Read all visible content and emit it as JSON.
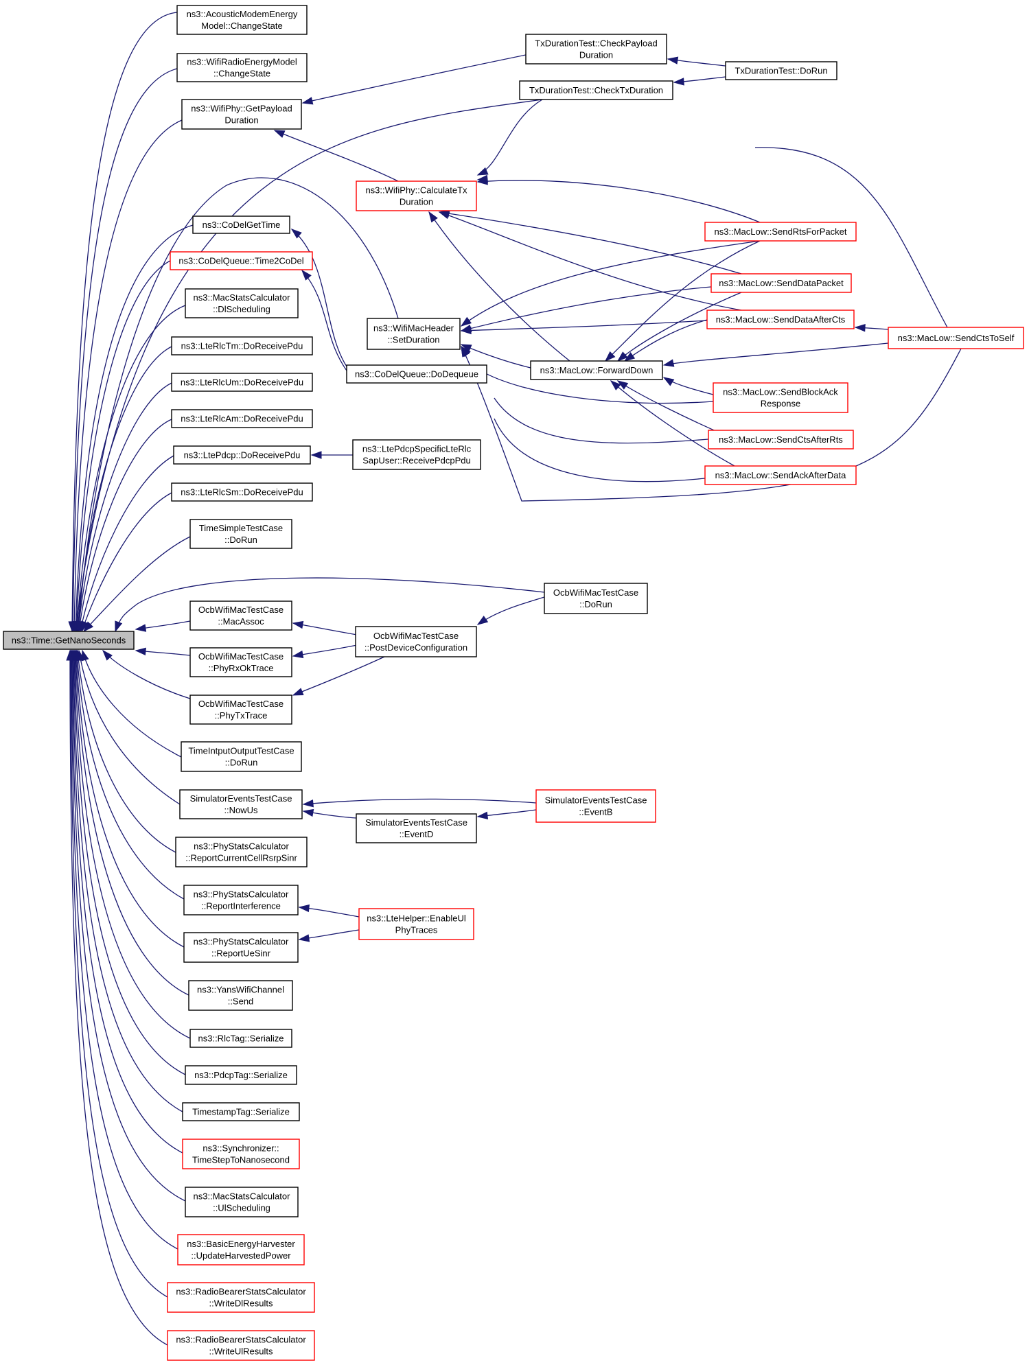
{
  "colors": {
    "edge": "#191970",
    "border_default": "#000000",
    "border_truncated": "#ff0000",
    "root_fill": "#bfbfbf",
    "node_fill": "#ffffff"
  },
  "root": {
    "id": "root",
    "lines": [
      "ns3::Time::GetNanoSeconds"
    ]
  },
  "nodes": [
    {
      "id": "acoustic",
      "lines": [
        "ns3::AcousticModemEnergy",
        "Model::ChangeState"
      ],
      "truncated": false
    },
    {
      "id": "wifiradio",
      "lines": [
        "ns3::WifiRadioEnergyModel",
        "::ChangeState"
      ],
      "truncated": false
    },
    {
      "id": "getpayload",
      "lines": [
        "ns3::WifiPhy::GetPayload",
        "Duration"
      ],
      "truncated": false
    },
    {
      "id": "codelgettime",
      "lines": [
        "ns3::CoDelGetTime"
      ],
      "truncated": false
    },
    {
      "id": "time2codel",
      "lines": [
        "ns3::CoDelQueue::Time2CoDel"
      ],
      "truncated": true
    },
    {
      "id": "dlsched",
      "lines": [
        "ns3::MacStatsCalculator",
        "::DlScheduling"
      ],
      "truncated": false
    },
    {
      "id": "rlctm",
      "lines": [
        "ns3::LteRlcTm::DoReceivePdu"
      ],
      "truncated": false
    },
    {
      "id": "rlcum",
      "lines": [
        "ns3::LteRlcUm::DoReceivePdu"
      ],
      "truncated": false
    },
    {
      "id": "rlcam",
      "lines": [
        "ns3::LteRlcAm::DoReceivePdu"
      ],
      "truncated": false
    },
    {
      "id": "ltepdcp",
      "lines": [
        "ns3::LtePdcp::DoReceivePdu"
      ],
      "truncated": false
    },
    {
      "id": "rlcsm",
      "lines": [
        "ns3::LteRlcSm::DoReceivePdu"
      ],
      "truncated": false
    },
    {
      "id": "timesimple",
      "lines": [
        "TimeSimpleTestCase",
        "::DoRun"
      ],
      "truncated": false
    },
    {
      "id": "macassoc",
      "lines": [
        "OcbWifiMacTestCase",
        "::MacAssoc"
      ],
      "truncated": false
    },
    {
      "id": "phyrxok",
      "lines": [
        "OcbWifiMacTestCase",
        "::PhyRxOkTrace"
      ],
      "truncated": false
    },
    {
      "id": "phytx",
      "lines": [
        "OcbWifiMacTestCase",
        "::PhyTxTrace"
      ],
      "truncated": false
    },
    {
      "id": "timeio",
      "lines": [
        "TimeIntputOutputTestCase",
        "::DoRun"
      ],
      "truncated": false
    },
    {
      "id": "nowus",
      "lines": [
        "SimulatorEventsTestCase",
        "::NowUs"
      ],
      "truncated": false
    },
    {
      "id": "rsrpsinr",
      "lines": [
        "ns3::PhyStatsCalculator",
        "::ReportCurrentCellRsrpSinr"
      ],
      "truncated": false
    },
    {
      "id": "interf",
      "lines": [
        "ns3::PhyStatsCalculator",
        "::ReportInterference"
      ],
      "truncated": false
    },
    {
      "id": "uesinr",
      "lines": [
        "ns3::PhyStatsCalculator",
        "::ReportUeSinr"
      ],
      "truncated": false
    },
    {
      "id": "yanssend",
      "lines": [
        "ns3::YansWifiChannel",
        "::Send"
      ],
      "truncated": false
    },
    {
      "id": "rlctag",
      "lines": [
        "ns3::RlcTag::Serialize"
      ],
      "truncated": false
    },
    {
      "id": "pdcptag",
      "lines": [
        "ns3::PdcpTag::Serialize"
      ],
      "truncated": false
    },
    {
      "id": "tstag",
      "lines": [
        "TimestampTag::Serialize"
      ],
      "truncated": false
    },
    {
      "id": "sync",
      "lines": [
        "ns3::Synchronizer::",
        "TimeStepToNanosecond"
      ],
      "truncated": true
    },
    {
      "id": "ulsched",
      "lines": [
        "ns3::MacStatsCalculator",
        "::UlScheduling"
      ],
      "truncated": false
    },
    {
      "id": "harvest",
      "lines": [
        "ns3::BasicEnergyHarvester",
        "::UpdateHarvestedPower"
      ],
      "truncated": true
    },
    {
      "id": "writedl",
      "lines": [
        "ns3::RadioBearerStatsCalculator",
        "::WriteDlResults"
      ],
      "truncated": true
    },
    {
      "id": "writeul",
      "lines": [
        "ns3::RadioBearerStatsCalculator",
        "::WriteUlResults"
      ],
      "truncated": true
    },
    {
      "id": "calctx",
      "lines": [
        "ns3::WifiPhy::CalculateTx",
        "Duration"
      ],
      "truncated": true
    },
    {
      "id": "setdur",
      "lines": [
        "ns3::WifiMacHeader",
        "::SetDuration"
      ],
      "truncated": false
    },
    {
      "id": "dodequeue",
      "lines": [
        "ns3::CoDelQueue::DoDequeue"
      ],
      "truncated": false
    },
    {
      "id": "recvpdcp",
      "lines": [
        "ns3::LtePdcpSpecificLteRlc",
        "SapUser::ReceivePdcpPdu"
      ],
      "truncated": false
    },
    {
      "id": "postdev",
      "lines": [
        "OcbWifiMacTestCase",
        "::PostDeviceConfiguration"
      ],
      "truncated": false
    },
    {
      "id": "eventd",
      "lines": [
        "SimulatorEventsTestCase",
        "::EventD"
      ],
      "truncated": false
    },
    {
      "id": "enableul",
      "lines": [
        "ns3::LteHelper::EnableUl",
        "PhyTraces"
      ],
      "truncated": true
    },
    {
      "id": "checkpayload",
      "lines": [
        "TxDurationTest::CheckPayload",
        "Duration"
      ],
      "truncated": false
    },
    {
      "id": "checktx",
      "lines": [
        "TxDurationTest::CheckTxDuration"
      ],
      "truncated": false
    },
    {
      "id": "fwddown",
      "lines": [
        "ns3::MacLow::ForwardDown"
      ],
      "truncated": false
    },
    {
      "id": "ocbdorun",
      "lines": [
        "OcbWifiMacTestCase",
        "::DoRun"
      ],
      "truncated": false
    },
    {
      "id": "eventb",
      "lines": [
        "SimulatorEventsTestCase",
        "::EventB"
      ],
      "truncated": true
    },
    {
      "id": "txdorun",
      "lines": [
        "TxDurationTest::DoRun"
      ],
      "truncated": false
    },
    {
      "id": "sendrts",
      "lines": [
        "ns3::MacLow::SendRtsForPacket"
      ],
      "truncated": true
    },
    {
      "id": "senddata",
      "lines": [
        "ns3::MacLow::SendDataPacket"
      ],
      "truncated": true
    },
    {
      "id": "senddataaftercts",
      "lines": [
        "ns3::MacLow::SendDataAfterCts"
      ],
      "truncated": true
    },
    {
      "id": "sendblockack",
      "lines": [
        "ns3::MacLow::SendBlockAck",
        "Response"
      ],
      "truncated": true
    },
    {
      "id": "sendctsafterrts",
      "lines": [
        "ns3::MacLow::SendCtsAfterRts"
      ],
      "truncated": true
    },
    {
      "id": "sendackafterdata",
      "lines": [
        "ns3::MacLow::SendAckAfterData"
      ],
      "truncated": true
    },
    {
      "id": "sendctstoself",
      "lines": [
        "ns3::MacLow::SendCtsToSelf"
      ],
      "truncated": true
    }
  ],
  "edges": [
    {
      "from": "acoustic",
      "to": "root"
    },
    {
      "from": "wifiradio",
      "to": "root"
    },
    {
      "from": "getpayload",
      "to": "root"
    },
    {
      "from": "codelgettime",
      "to": "root"
    },
    {
      "from": "time2codel",
      "to": "root"
    },
    {
      "from": "dlsched",
      "to": "root"
    },
    {
      "from": "rlctm",
      "to": "root"
    },
    {
      "from": "rlcum",
      "to": "root"
    },
    {
      "from": "rlcam",
      "to": "root"
    },
    {
      "from": "ltepdcp",
      "to": "root"
    },
    {
      "from": "rlcsm",
      "to": "root"
    },
    {
      "from": "timesimple",
      "to": "root"
    },
    {
      "from": "macassoc",
      "to": "root"
    },
    {
      "from": "phyrxok",
      "to": "root"
    },
    {
      "from": "phytx",
      "to": "root"
    },
    {
      "from": "timeio",
      "to": "root"
    },
    {
      "from": "nowus",
      "to": "root"
    },
    {
      "from": "rsrpsinr",
      "to": "root"
    },
    {
      "from": "interf",
      "to": "root"
    },
    {
      "from": "uesinr",
      "to": "root"
    },
    {
      "from": "yanssend",
      "to": "root"
    },
    {
      "from": "rlctag",
      "to": "root"
    },
    {
      "from": "pdcptag",
      "to": "root"
    },
    {
      "from": "tstag",
      "to": "root"
    },
    {
      "from": "sync",
      "to": "root"
    },
    {
      "from": "ulsched",
      "to": "root"
    },
    {
      "from": "harvest",
      "to": "root"
    },
    {
      "from": "writedl",
      "to": "root"
    },
    {
      "from": "writeul",
      "to": "root"
    },
    {
      "from": "checktx",
      "to": "root"
    },
    {
      "from": "setdur",
      "to": "root"
    },
    {
      "from": "ocbdorun",
      "to": "root"
    },
    {
      "from": "checkpayload",
      "to": "getpayload"
    },
    {
      "from": "calctx",
      "to": "getpayload"
    },
    {
      "from": "txdorun",
      "to": "checkpayload"
    },
    {
      "from": "txdorun",
      "to": "checktx"
    },
    {
      "from": "checktx",
      "to": "calctx"
    },
    {
      "from": "sendrts",
      "to": "calctx"
    },
    {
      "from": "sendctstoself",
      "to": "calctx"
    },
    {
      "from": "senddata",
      "to": "calctx"
    },
    {
      "from": "senddataaftercts",
      "to": "calctx"
    },
    {
      "from": "fwddown",
      "to": "calctx"
    },
    {
      "from": "dodequeue",
      "to": "codelgettime"
    },
    {
      "from": "dodequeue",
      "to": "time2codel"
    },
    {
      "from": "sendrts",
      "to": "setdur"
    },
    {
      "from": "senddata",
      "to": "setdur"
    },
    {
      "from": "senddataaftercts",
      "to": "setdur"
    },
    {
      "from": "fwddown",
      "to": "setdur"
    },
    {
      "from": "sendblockack",
      "to": "setdur"
    },
    {
      "from": "sendctsafterrts",
      "to": "setdur"
    },
    {
      "from": "sendackafterdata",
      "to": "setdur"
    },
    {
      "from": "sendctstoself",
      "to": "setdur"
    },
    {
      "from": "sendrts",
      "to": "fwddown"
    },
    {
      "from": "senddata",
      "to": "fwddown"
    },
    {
      "from": "senddataaftercts",
      "to": "fwddown"
    },
    {
      "from": "sendctstoself",
      "to": "fwddown"
    },
    {
      "from": "sendblockack",
      "to": "fwddown"
    },
    {
      "from": "sendctsafterrts",
      "to": "fwddown"
    },
    {
      "from": "sendackafterdata",
      "to": "fwddown"
    },
    {
      "from": "sendctstoself",
      "to": "senddataaftercts"
    },
    {
      "from": "recvpdcp",
      "to": "ltepdcp"
    },
    {
      "from": "postdev",
      "to": "macassoc"
    },
    {
      "from": "postdev",
      "to": "phyrxok"
    },
    {
      "from": "postdev",
      "to": "phytx"
    },
    {
      "from": "ocbdorun",
      "to": "postdev"
    },
    {
      "from": "eventb",
      "to": "nowus"
    },
    {
      "from": "eventd",
      "to": "nowus"
    },
    {
      "from": "eventb",
      "to": "eventd"
    },
    {
      "from": "enableul",
      "to": "interf"
    },
    {
      "from": "enableul",
      "to": "uesinr"
    }
  ]
}
